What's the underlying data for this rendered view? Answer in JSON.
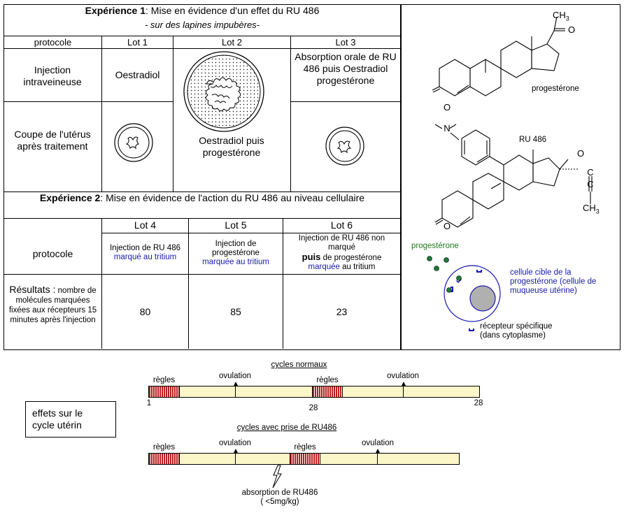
{
  "exp1": {
    "title_bold": "Expérience 1",
    "title_rest": ": Mise en évidence d'un effet du  RU 486",
    "subtitle": "- sur des lapines impubères-",
    "headers": {
      "protocole": "protocole",
      "lot1": "Lot 1",
      "lot2": "Lot 2",
      "lot3": "Lot 3"
    },
    "row1_label": "Injection intraveineuse",
    "lot1_treatment": "Oestradiol",
    "lot2_treatment": "Oestradiol puis progestérone",
    "lot3_treatment": "Absorption orale de RU 486 puis Oestradiol progestérone",
    "row2_label": "Coupe de l'utérus après traitement"
  },
  "exp2": {
    "title_bold": "Expérience 2",
    "title_rest": ": Mise en évidence de l'action du  RU 486 au niveau cellulaire",
    "headers": {
      "lot4": "Lot 4",
      "lot5": "Lot 5",
      "lot6": "Lot 6"
    },
    "protocole_label": "protocole",
    "lot4_a": "Injection de RU 486",
    "lot4_b": "marqué au tritium",
    "lot5_a": "Injection de progestérone",
    "lot5_b": "marquée au tritium",
    "lot6_a": "Injection de RU 486 non marqué",
    "lot6_puis": "puis",
    "lot6_b": " de progestérone",
    "lot6_c": "marquée",
    "lot6_d": " au tritium",
    "results_label_big": "Résultats :",
    "results_label_rest": " nombre de molécules marquées fixées aux récepteurs 15 minutes après l'injection",
    "results": {
      "lot4": "80",
      "lot5": "85",
      "lot6": "23"
    }
  },
  "molecules": {
    "ch3": "CH",
    "ch3_sub": "3",
    "o": "O",
    "progesterone_label": "progestérone",
    "ru486_label": "RU 486",
    "n": "N",
    "c": "C"
  },
  "cell": {
    "progesterone": "progestérone",
    "target_cell": "cellule cible de la progestérone (cellule de muqueuse utérine)",
    "receptor": "récepteur spécifique (dans cytoplasme)"
  },
  "cycles": {
    "box_label": "effets sur le cycle utérin",
    "normal_title": "cycles normaux",
    "ru_title": "cycles avec prise de RU486",
    "regles": "règles",
    "ovulation": "ovulation",
    "tick_1": "1",
    "tick_28a": "28",
    "tick_28b": "28",
    "absorption": "absorption de RU486",
    "dose": "( <5mg/kg)"
  },
  "colors": {
    "menses_red": "#b81c1c",
    "cycle_fill": "#fbf6c8",
    "marker_blue": "#1a1ab0",
    "dot_green": "#1e7a3a",
    "nucleus_gray": "#b0b0b0"
  }
}
